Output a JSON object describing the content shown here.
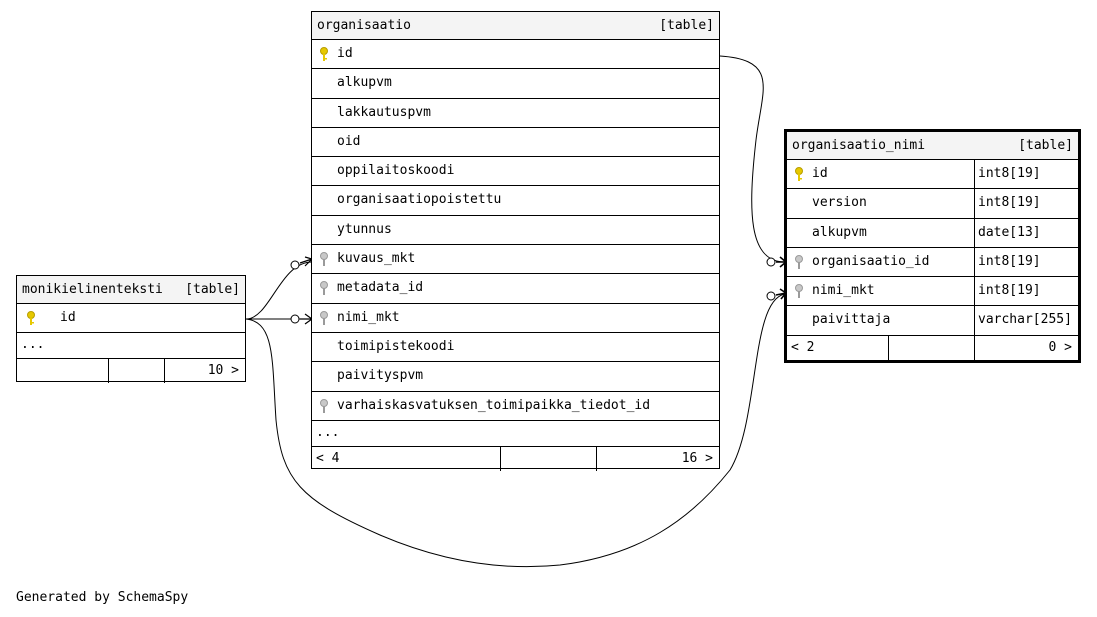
{
  "tables": {
    "organisaatio": {
      "name": "organisaatio",
      "type": "[table]",
      "columns": [
        "id",
        "alkupvm",
        "lakkautuspvm",
        "oid",
        "oppilaitoskoodi",
        "organisaatiopoistettu",
        "ytunnus",
        "kuvaus_mkt",
        "metadata_id",
        "nimi_mkt",
        "toimipistekoodi",
        "paivityspvm",
        "varhaiskasvatuksen_toimipaikka_tiedot_id"
      ],
      "more": "...",
      "footer_left": "< 4",
      "footer_right": "16 >"
    },
    "monikielinenteksti": {
      "name": "monikielinenteksti",
      "type": "[table]",
      "columns": [
        "id"
      ],
      "more": "...",
      "footer_right": "10 >"
    },
    "organisaatio_nimi": {
      "name": "organisaatio_nimi",
      "type": "[table]",
      "columns": [
        {
          "name": "id",
          "type": "int8[19]"
        },
        {
          "name": "version",
          "type": "int8[19]"
        },
        {
          "name": "alkupvm",
          "type": "date[13]"
        },
        {
          "name": "organisaatio_id",
          "type": "int8[19]"
        },
        {
          "name": "nimi_mkt",
          "type": "int8[19]"
        },
        {
          "name": "paivittaja",
          "type": "varchar[255]"
        }
      ],
      "footer_left": "< 2",
      "footer_right": "0 >"
    }
  },
  "colors": {
    "primary_key": "#e6c800",
    "foreign_key": "#9a9a9a"
  },
  "footer": {
    "credit": "Generated by SchemaSpy"
  }
}
